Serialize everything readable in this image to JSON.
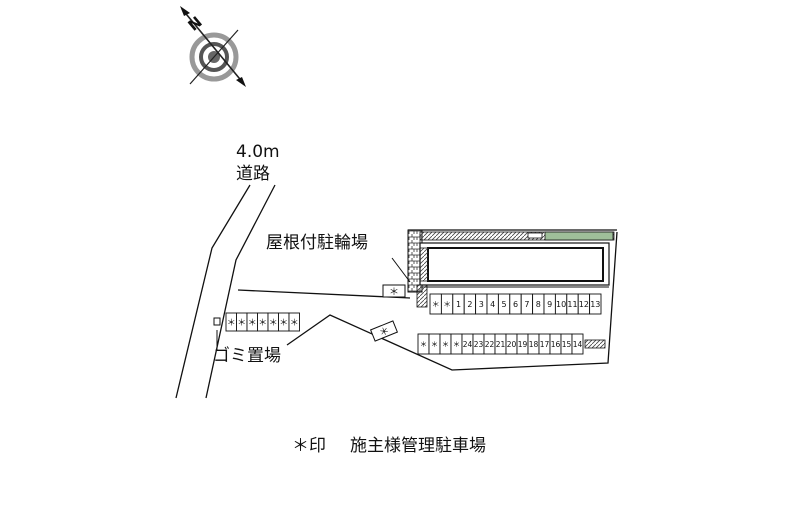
{
  "compass": {
    "north_letter": "N",
    "icon": "compass-rose-icon"
  },
  "road": {
    "width": "4.0m",
    "label": "道路"
  },
  "labels": {
    "bicycle_parking": "屋根付駐輪場",
    "garbage_area": "ゴミ置場",
    "legend_mark": "＊印",
    "legend_text": "施主様管理駐車場"
  },
  "parking": {
    "upper_row": [
      "＊",
      "＊",
      "1",
      "2",
      "3",
      "4",
      "5",
      "6",
      "7",
      "8",
      "9",
      "10",
      "11",
      "12",
      "13"
    ],
    "lower_row": [
      "＊",
      "＊",
      "＊",
      "＊",
      "24",
      "23",
      "22",
      "21",
      "20",
      "19",
      "18",
      "17",
      "16",
      "15",
      "14"
    ],
    "left_row": [
      "＊",
      "＊",
      "＊",
      "＊",
      "＊",
      "＊",
      "＊"
    ],
    "single_top": "＊",
    "single_tilted": "＊"
  },
  "colors": {
    "line": "#111111",
    "greenery": "#9fbf9a",
    "wall_hatch": "#444444"
  }
}
